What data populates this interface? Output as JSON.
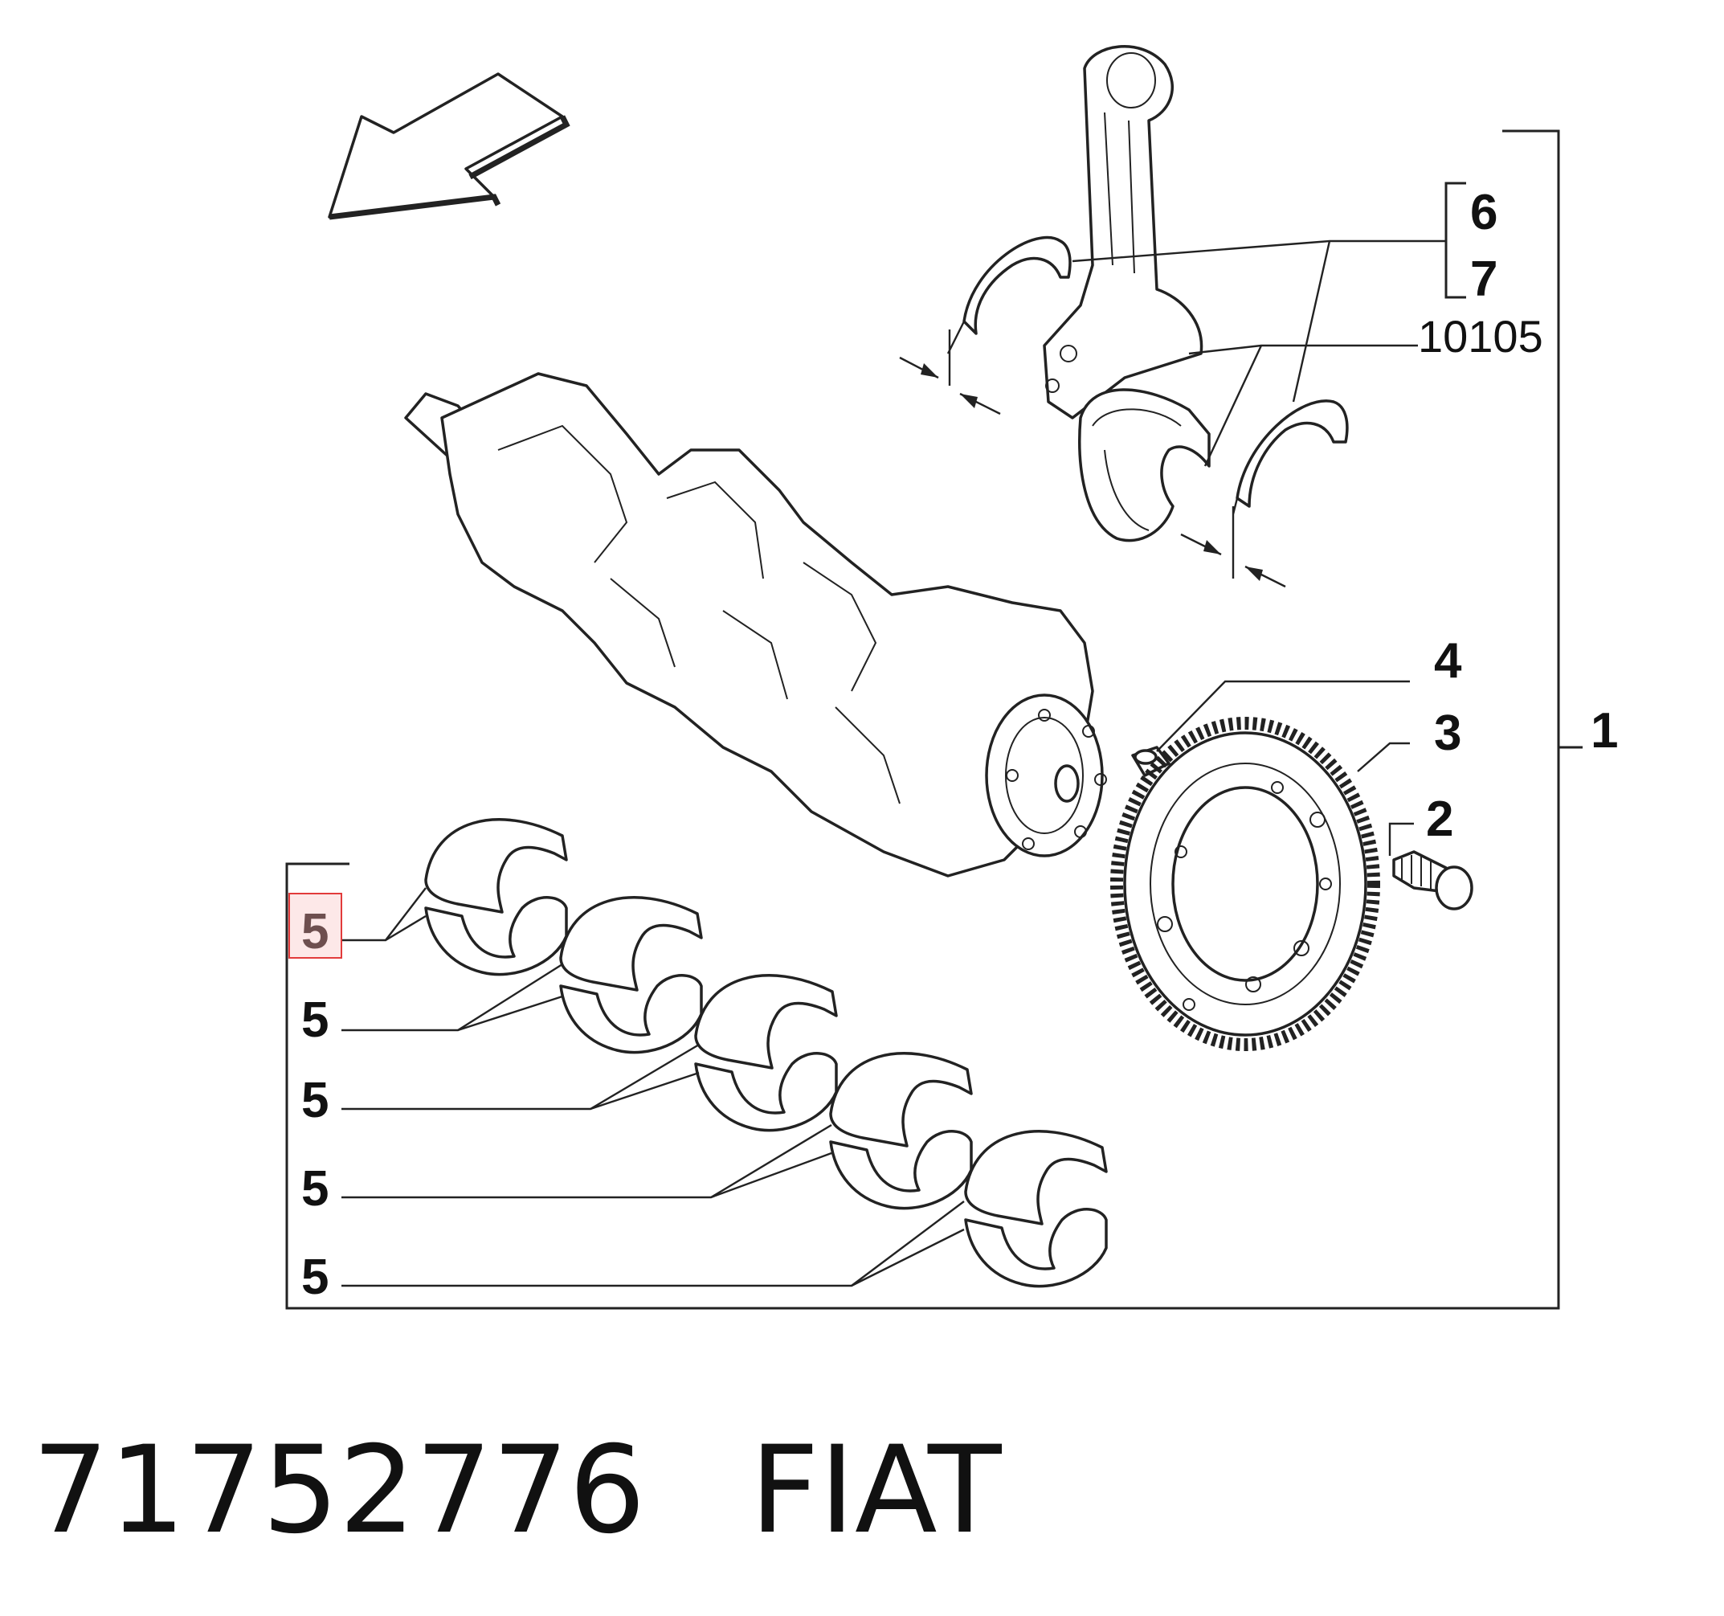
{
  "callouts": {
    "assembly": "1",
    "screw": "2",
    "phonic_wheel": "3",
    "dowel_pin": "4",
    "main_bearing": "5",
    "thrust_half_ring_a": "6",
    "thrust_half_ring_b": "7",
    "conrod_reference": "10105"
  },
  "highlighted_callout_index": 0,
  "highlight_color": "#e23b3b",
  "caption": {
    "part_number": "71752776",
    "brand": "FIAT"
  },
  "icons": {
    "direction_arrow": "arrow-icon"
  }
}
